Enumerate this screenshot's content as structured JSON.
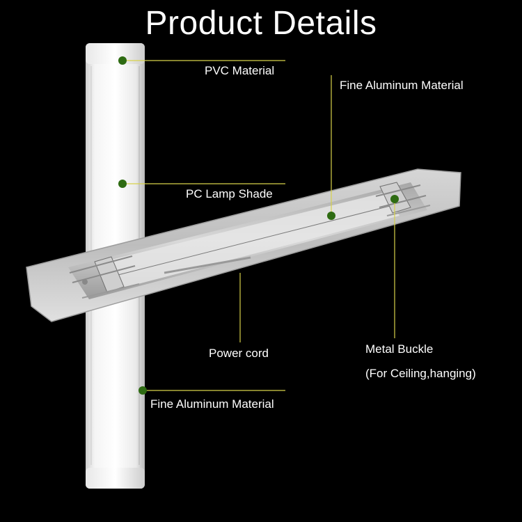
{
  "title": "Product Details",
  "labels": {
    "pvc": "PVC Material",
    "aluminum_top": "Fine Aluminum Material",
    "lamp_shade": "PC Lamp Shade",
    "power_cord": "Power cord",
    "metal_buckle": "Metal Buckle",
    "metal_buckle_note": "(For Ceiling,hanging)",
    "aluminum_bottom": "Fine Aluminum Material"
  },
  "colors": {
    "background": "#000000",
    "text": "#ffffff",
    "leader_line": "#d8d24a",
    "dot": "#2e6b12"
  }
}
